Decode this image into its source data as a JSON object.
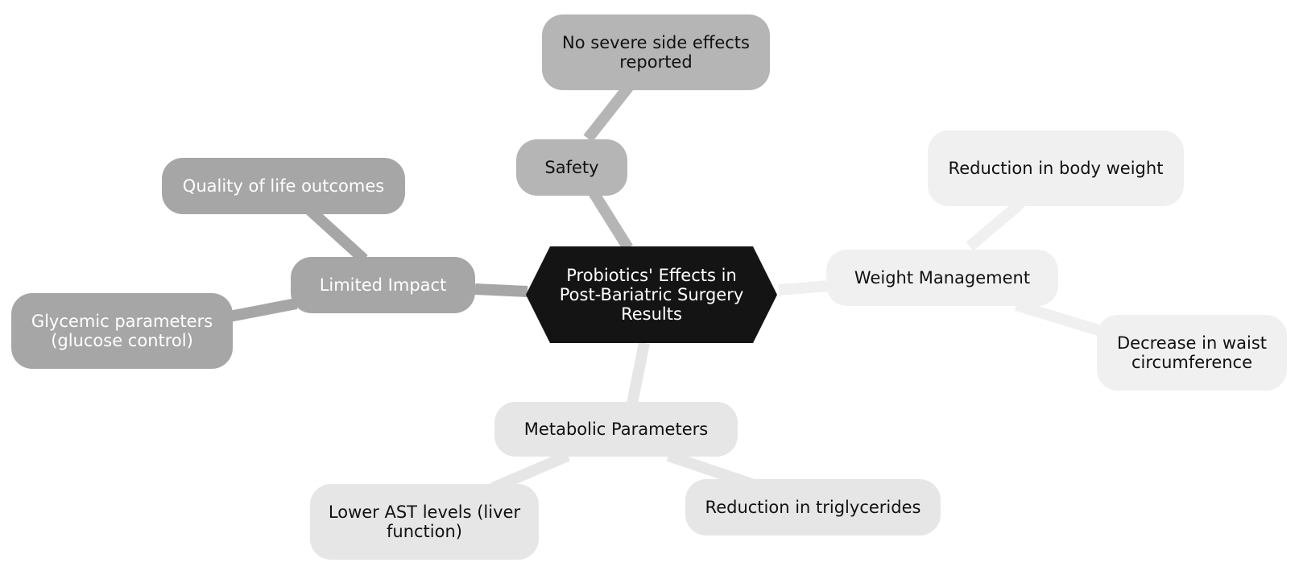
{
  "mindmap": {
    "root": {
      "lines": [
        "Probiotics' Effects in",
        "Post-Bariatric Surgery",
        "Results"
      ],
      "fill": "#141414",
      "text_color": "#ffffff"
    },
    "branches": [
      {
        "id": "safety",
        "lines": [
          "Safety"
        ],
        "fill": "#b5b5b5",
        "text_color": "#111111",
        "children": [
          {
            "id": "safety-1",
            "lines": [
              "No severe side effects",
              "reported"
            ]
          }
        ]
      },
      {
        "id": "weight-management",
        "lines": [
          "Weight Management"
        ],
        "fill": "#f0f0f0",
        "text_color": "#111111",
        "children": [
          {
            "id": "weight-1",
            "lines": [
              "Reduction in body weight"
            ]
          },
          {
            "id": "weight-2",
            "lines": [
              "Decrease in waist",
              "circumference"
            ]
          }
        ]
      },
      {
        "id": "metabolic-parameters",
        "lines": [
          "Metabolic Parameters"
        ],
        "fill": "#e6e6e6",
        "text_color": "#111111",
        "children": [
          {
            "id": "metabolic-1",
            "lines": [
              "Lower AST levels (liver",
              "function)"
            ]
          },
          {
            "id": "metabolic-2",
            "lines": [
              "Reduction in triglycerides"
            ]
          }
        ]
      },
      {
        "id": "limited-impact",
        "lines": [
          "Limited Impact"
        ],
        "fill": "#a6a6a6",
        "text_color": "#ffffff",
        "children": [
          {
            "id": "limited-1",
            "lines": [
              "Quality of life outcomes"
            ]
          },
          {
            "id": "limited-2",
            "lines": [
              "Glycemic parameters",
              "(glucose control)"
            ]
          }
        ]
      }
    ]
  }
}
